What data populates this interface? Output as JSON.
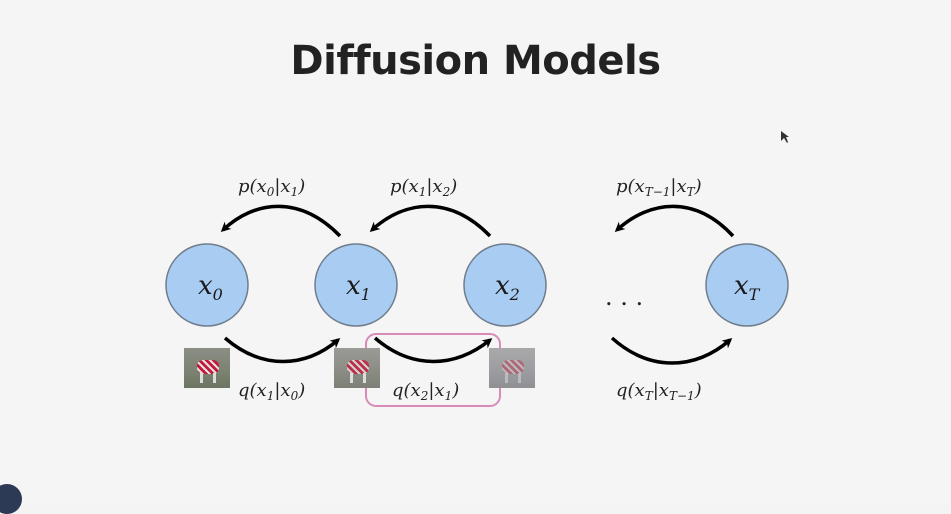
{
  "slide": {
    "title": "Diffusion Models"
  },
  "nodes": [
    {
      "label": "x",
      "sub": "0"
    },
    {
      "label": "x",
      "sub": "1"
    },
    {
      "label": "x",
      "sub": "2"
    },
    {
      "label": "x",
      "sub": "T"
    }
  ],
  "ellipsis": ". . .",
  "reverse_labels": {
    "p0": "p(x0|x1)",
    "p1": "p(x1|x2)",
    "pT": "p(xT−1|xT)"
  },
  "forward_labels": {
    "q1": "q(x1|x0)",
    "q2": "q(x2|x1)",
    "qT": "q(xT|xT−1)"
  },
  "colors": {
    "node_fill": "#a9cdf2",
    "node_stroke": "#6f7d8c",
    "arrow": "#000000",
    "highlight": "#d88ab8"
  }
}
